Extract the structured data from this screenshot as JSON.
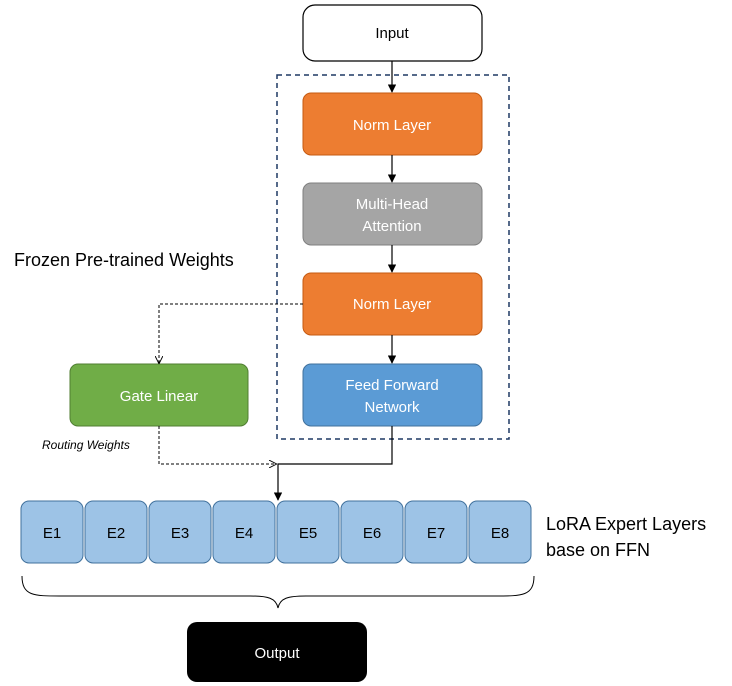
{
  "nodes": {
    "input": "Input",
    "norm_layer_1": "Norm Layer",
    "attention": [
      "Multi-Head",
      "Attention"
    ],
    "norm_layer_2": "Norm Layer",
    "ffn": [
      "Feed Forward",
      "Network"
    ],
    "gate": "Gate Linear",
    "output": "Output"
  },
  "frozen_label": "Frozen Pre-trained Weights",
  "routing_label": "Routing Weights",
  "experts": [
    "E1",
    "E2",
    "E3",
    "E4",
    "E5",
    "E6",
    "E7",
    "E8"
  ],
  "expert_caption": [
    "LoRA Expert Layers",
    "base on FFN"
  ],
  "colors": {
    "norm": "#ED7D31",
    "attention": "#A5A5A5",
    "ffn": "#5B9BD5",
    "gate": "#70AD47",
    "expert_fill": "#9DC3E6",
    "output": "#000000",
    "frozen_border": "#1F3864"
  }
}
